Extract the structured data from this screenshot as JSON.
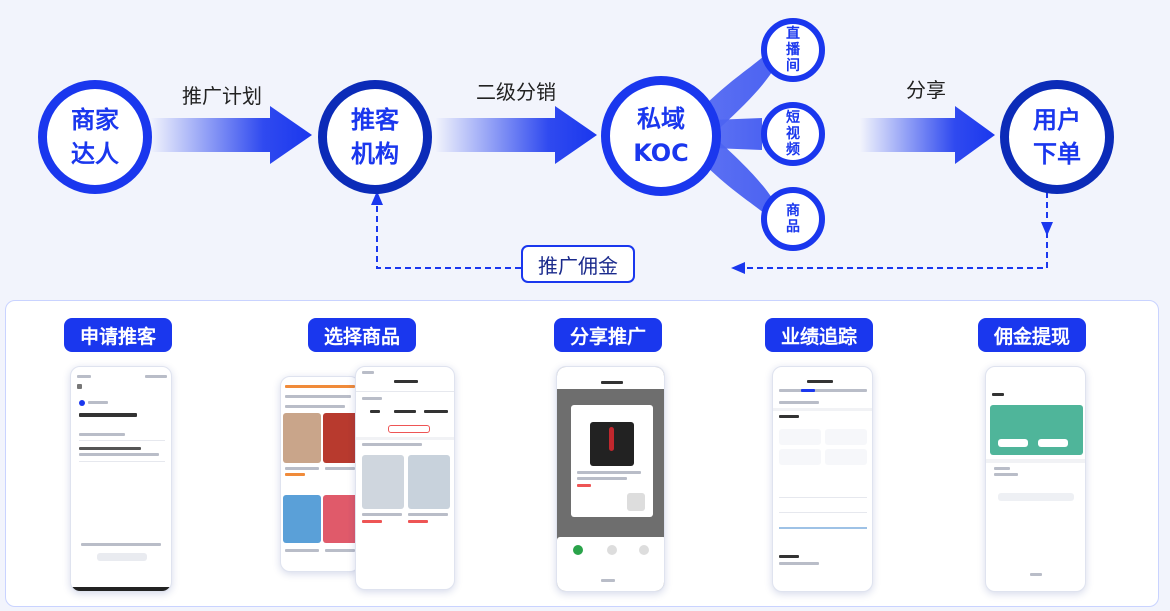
{
  "flow": {
    "nodes": {
      "merchant": [
        "商家",
        "达人"
      ],
      "agency": [
        "推客",
        "机构"
      ],
      "koc": [
        "私域",
        "KOC"
      ],
      "live": [
        "直",
        "播",
        "间"
      ],
      "video": [
        "短",
        "视",
        "频"
      ],
      "product": [
        "商",
        "品"
      ],
      "user": [
        "用户",
        "下单"
      ]
    },
    "edge_labels": {
      "plan": "推广计划",
      "distribution": "二级分销",
      "share": "分享",
      "commission": "推广佣金"
    }
  },
  "steps": [
    {
      "label": "申请推客"
    },
    {
      "label": "选择商品"
    },
    {
      "label": "分享推广"
    },
    {
      "label": "业绩追踪"
    },
    {
      "label": "佣金提现"
    }
  ],
  "colors": {
    "primary": "#1a37ee",
    "dark_primary": "#0b2bb8",
    "background": "#f2f4fc",
    "panel_border": "#c9d3ff"
  }
}
